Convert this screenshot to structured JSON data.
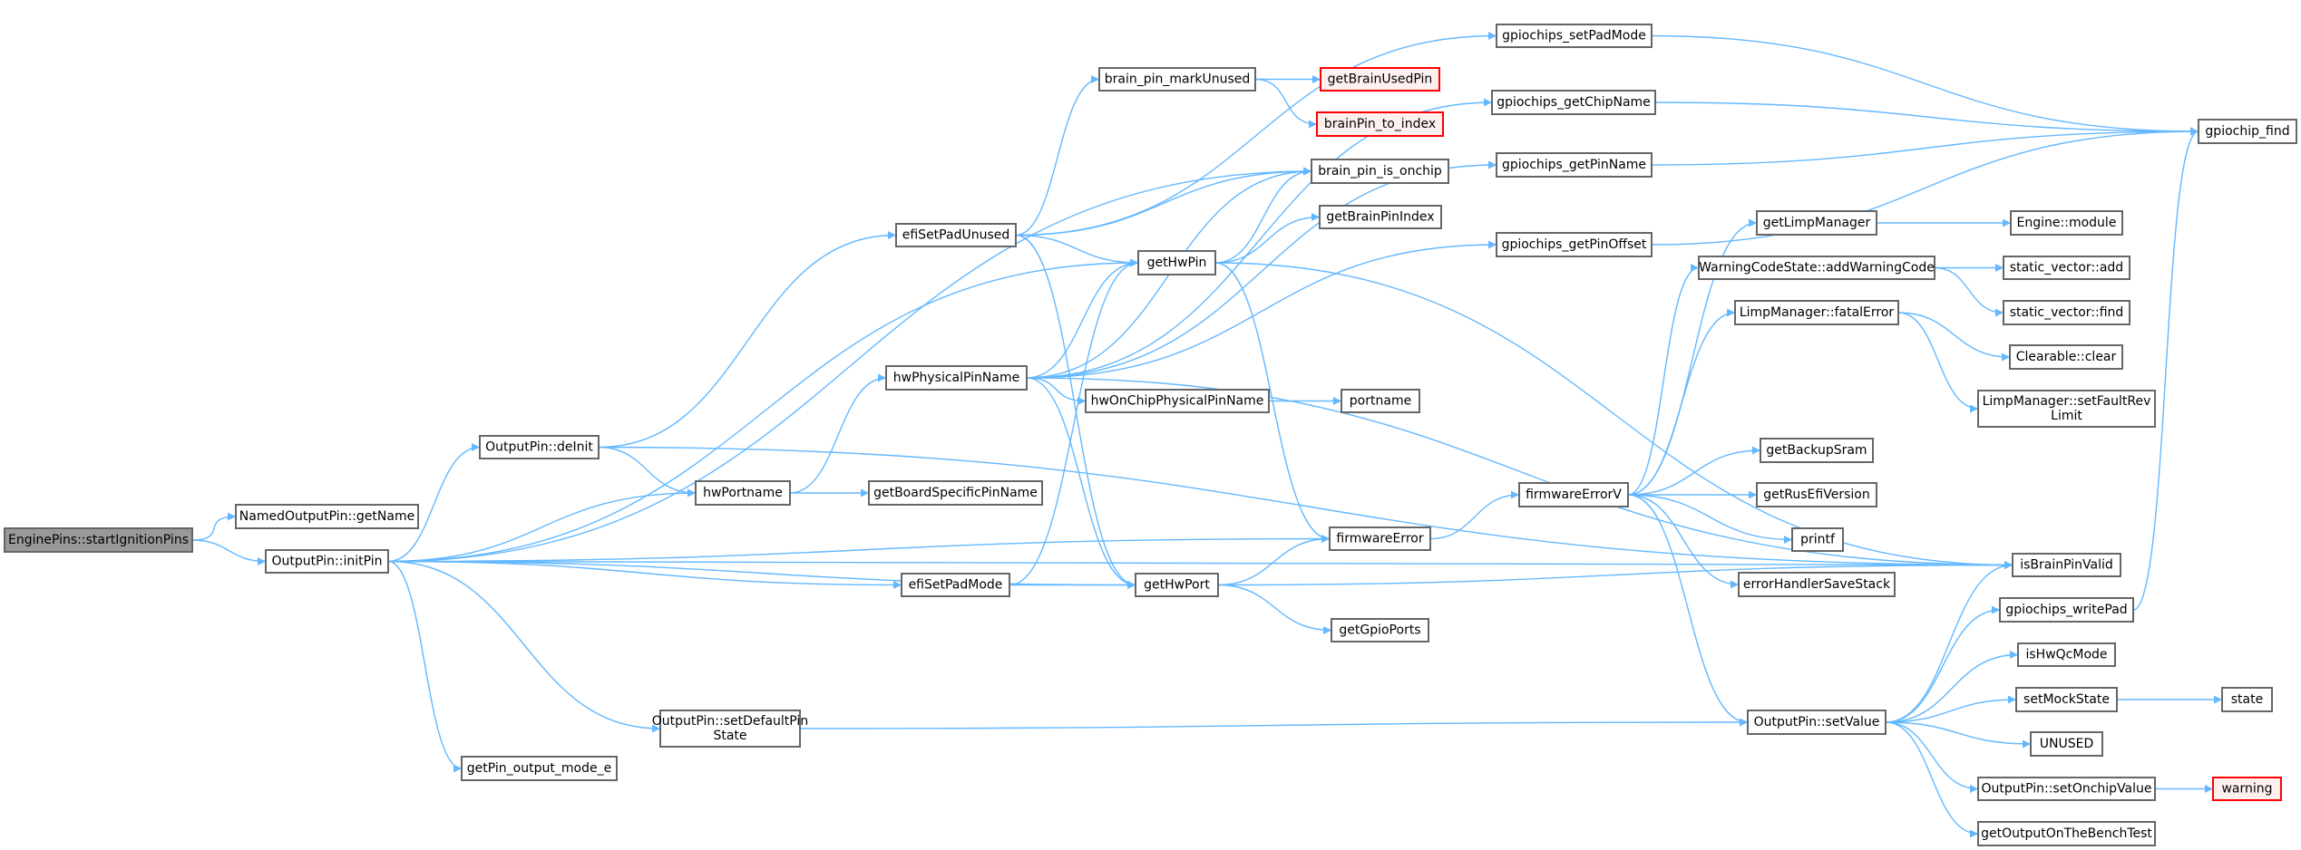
{
  "graph": {
    "type": "call-graph",
    "edge_color": "#63b8ff",
    "node_border_color": "#666666",
    "root_fill_color": "#999999",
    "missing_border_color": "#ff0000",
    "nodes": [
      {
        "id": "startIgnitionPins",
        "lines": [
          "EnginePins::startIgnitionPins"
        ],
        "kind": "root"
      },
      {
        "id": "getName",
        "lines": [
          "NamedOutputPin::getName"
        ]
      },
      {
        "id": "initPin",
        "lines": [
          "OutputPin::initPin"
        ]
      },
      {
        "id": "deInit",
        "lines": [
          "OutputPin::deInit"
        ]
      },
      {
        "id": "getPinOutputMode",
        "lines": [
          "getPin_output_mode_e"
        ]
      },
      {
        "id": "setDefaultPinState",
        "lines": [
          "OutputPin::setDefaultPin",
          "State"
        ]
      },
      {
        "id": "hwPortname",
        "lines": [
          "hwPortname"
        ]
      },
      {
        "id": "getBoardSpecificPinName",
        "lines": [
          "getBoardSpecificPinName"
        ]
      },
      {
        "id": "efiSetPadUnused",
        "lines": [
          "efiSetPadUnused"
        ]
      },
      {
        "id": "hwPhysicalPinName",
        "lines": [
          "hwPhysicalPinName"
        ]
      },
      {
        "id": "efiSetPadMode",
        "lines": [
          "efiSetPadMode"
        ]
      },
      {
        "id": "brainPinMarkUnused",
        "lines": [
          "brain_pin_markUnused"
        ]
      },
      {
        "id": "getHwPin",
        "lines": [
          "getHwPin"
        ]
      },
      {
        "id": "hwOnChipPhysicalPinName",
        "lines": [
          "hwOnChipPhysicalPinName"
        ]
      },
      {
        "id": "firmwareError",
        "lines": [
          "firmwareError"
        ]
      },
      {
        "id": "getHwPort",
        "lines": [
          "getHwPort"
        ]
      },
      {
        "id": "getGpioPorts",
        "lines": [
          "getGpioPorts"
        ]
      },
      {
        "id": "getBrainUsedPin",
        "lines": [
          "getBrainUsedPin"
        ],
        "kind": "missing"
      },
      {
        "id": "brainPinToIndex",
        "lines": [
          "brainPin_to_index"
        ],
        "kind": "missing"
      },
      {
        "id": "brainPinIsOnchip",
        "lines": [
          "brain_pin_is_onchip"
        ]
      },
      {
        "id": "getBrainPinIndex",
        "lines": [
          "getBrainPinIndex"
        ]
      },
      {
        "id": "portname",
        "lines": [
          "portname"
        ]
      },
      {
        "id": "gpiochipsSetPadMode",
        "lines": [
          "gpiochips_setPadMode"
        ]
      },
      {
        "id": "gpiochipsGetChipName",
        "lines": [
          "gpiochips_getChipName"
        ]
      },
      {
        "id": "gpiochipsGetPinName",
        "lines": [
          "gpiochips_getPinName"
        ]
      },
      {
        "id": "gpiochipsGetPinOffset",
        "lines": [
          "gpiochips_getPinOffset"
        ]
      },
      {
        "id": "firmwareErrorV",
        "lines": [
          "firmwareErrorV"
        ]
      },
      {
        "id": "getLimpManager",
        "lines": [
          "getLimpManager"
        ]
      },
      {
        "id": "addWarningCode",
        "lines": [
          "WarningCodeState::addWarningCode"
        ]
      },
      {
        "id": "fatalError",
        "lines": [
          "LimpManager::fatalError"
        ]
      },
      {
        "id": "getBackupSram",
        "lines": [
          "getBackupSram"
        ]
      },
      {
        "id": "getRusEfiVersion",
        "lines": [
          "getRusEfiVersion"
        ]
      },
      {
        "id": "printf",
        "lines": [
          "printf"
        ]
      },
      {
        "id": "errorHandlerSaveStack",
        "lines": [
          "errorHandlerSaveStack"
        ]
      },
      {
        "id": "setValue",
        "lines": [
          "OutputPin::setValue"
        ]
      },
      {
        "id": "gpiochipFind",
        "lines": [
          "gpiochip_find"
        ]
      },
      {
        "id": "engineModule",
        "lines": [
          "Engine::module"
        ]
      },
      {
        "id": "staticVectorAdd",
        "lines": [
          "static_vector::add"
        ]
      },
      {
        "id": "staticVectorFind",
        "lines": [
          "static_vector::find"
        ]
      },
      {
        "id": "clearableClear",
        "lines": [
          "Clearable::clear"
        ]
      },
      {
        "id": "setFaultRevLimit",
        "lines": [
          "LimpManager::setFaultRev",
          "Limit"
        ]
      },
      {
        "id": "isBrainPinValid",
        "lines": [
          "isBrainPinValid"
        ]
      },
      {
        "id": "gpiochipsWritePad",
        "lines": [
          "gpiochips_writePad"
        ]
      },
      {
        "id": "isHwQcMode",
        "lines": [
          "isHwQcMode"
        ]
      },
      {
        "id": "setMockState",
        "lines": [
          "setMockState"
        ]
      },
      {
        "id": "state",
        "lines": [
          "state"
        ]
      },
      {
        "id": "unused",
        "lines": [
          "UNUSED"
        ]
      },
      {
        "id": "setOnchipValue",
        "lines": [
          "OutputPin::setOnchipValue"
        ]
      },
      {
        "id": "warning",
        "lines": [
          "warning"
        ],
        "kind": "missing"
      },
      {
        "id": "getOutputOnTheBenchTest",
        "lines": [
          "getOutputOnTheBenchTest"
        ]
      }
    ],
    "edges": [
      [
        "startIgnitionPins",
        "getName"
      ],
      [
        "startIgnitionPins",
        "initPin"
      ],
      [
        "initPin",
        "deInit"
      ],
      [
        "initPin",
        "hwPortname"
      ],
      [
        "initPin",
        "brainPinIsOnchip"
      ],
      [
        "initPin",
        "getHwPin"
      ],
      [
        "initPin",
        "firmwareError"
      ],
      [
        "initPin",
        "efiSetPadMode"
      ],
      [
        "initPin",
        "getHwPort"
      ],
      [
        "initPin",
        "isBrainPinValid"
      ],
      [
        "initPin",
        "setDefaultPinState"
      ],
      [
        "initPin",
        "getPinOutputMode"
      ],
      [
        "deInit",
        "efiSetPadUnused"
      ],
      [
        "deInit",
        "hwPortname"
      ],
      [
        "deInit",
        "isBrainPinValid"
      ],
      [
        "hwPortname",
        "hwPhysicalPinName"
      ],
      [
        "hwPortname",
        "getBoardSpecificPinName"
      ],
      [
        "efiSetPadUnused",
        "gpiochipsSetPadMode"
      ],
      [
        "efiSetPadUnused",
        "brainPinMarkUnused"
      ],
      [
        "efiSetPadUnused",
        "brainPinIsOnchip"
      ],
      [
        "efiSetPadUnused",
        "getHwPin"
      ],
      [
        "efiSetPadUnused",
        "getHwPort"
      ],
      [
        "efiSetPadMode",
        "getHwPin"
      ],
      [
        "efiSetPadMode",
        "getHwPort"
      ],
      [
        "hwPhysicalPinName",
        "brainPinIsOnchip"
      ],
      [
        "hwPhysicalPinName",
        "getHwPin"
      ],
      [
        "hwPhysicalPinName",
        "gpiochipsGetChipName"
      ],
      [
        "hwPhysicalPinName",
        "gpiochipsGetPinName"
      ],
      [
        "hwPhysicalPinName",
        "gpiochipsGetPinOffset"
      ],
      [
        "hwPhysicalPinName",
        "hwOnChipPhysicalPinName"
      ],
      [
        "hwPhysicalPinName",
        "isBrainPinValid"
      ],
      [
        "hwPhysicalPinName",
        "getHwPort"
      ],
      [
        "brainPinMarkUnused",
        "getBrainUsedPin"
      ],
      [
        "brainPinMarkUnused",
        "brainPinToIndex"
      ],
      [
        "getHwPin",
        "brainPinIsOnchip"
      ],
      [
        "getHwPin",
        "getBrainPinIndex"
      ],
      [
        "getHwPin",
        "firmwareError"
      ],
      [
        "getHwPin",
        "isBrainPinValid"
      ],
      [
        "hwOnChipPhysicalPinName",
        "portname"
      ],
      [
        "getHwPort",
        "firmwareError"
      ],
      [
        "getHwPort",
        "getGpioPorts"
      ],
      [
        "getHwPort",
        "isBrainPinValid"
      ],
      [
        "setDefaultPinState",
        "setValue"
      ],
      [
        "firmwareError",
        "firmwareErrorV"
      ],
      [
        "firmwareErrorV",
        "getLimpManager"
      ],
      [
        "firmwareErrorV",
        "addWarningCode"
      ],
      [
        "firmwareErrorV",
        "fatalError"
      ],
      [
        "firmwareErrorV",
        "getBackupSram"
      ],
      [
        "firmwareErrorV",
        "getRusEfiVersion"
      ],
      [
        "firmwareErrorV",
        "printf"
      ],
      [
        "firmwareErrorV",
        "errorHandlerSaveStack"
      ],
      [
        "firmwareErrorV",
        "setValue"
      ],
      [
        "gpiochipsSetPadMode",
        "gpiochipFind"
      ],
      [
        "gpiochipsGetChipName",
        "gpiochipFind"
      ],
      [
        "gpiochipsGetPinName",
        "gpiochipFind"
      ],
      [
        "gpiochipsGetPinOffset",
        "gpiochipFind"
      ],
      [
        "getLimpManager",
        "engineModule"
      ],
      [
        "addWarningCode",
        "staticVectorAdd"
      ],
      [
        "addWarningCode",
        "staticVectorFind"
      ],
      [
        "fatalError",
        "clearableClear"
      ],
      [
        "fatalError",
        "setFaultRevLimit"
      ],
      [
        "setValue",
        "isBrainPinValid"
      ],
      [
        "setValue",
        "gpiochipsWritePad"
      ],
      [
        "setValue",
        "isHwQcMode"
      ],
      [
        "setValue",
        "setMockState"
      ],
      [
        "setValue",
        "unused"
      ],
      [
        "setValue",
        "setOnchipValue"
      ],
      [
        "setValue",
        "getOutputOnTheBenchTest"
      ],
      [
        "gpiochipsWritePad",
        "gpiochipFind"
      ],
      [
        "setMockState",
        "state"
      ],
      [
        "setOnchipValue",
        "warning"
      ]
    ]
  }
}
